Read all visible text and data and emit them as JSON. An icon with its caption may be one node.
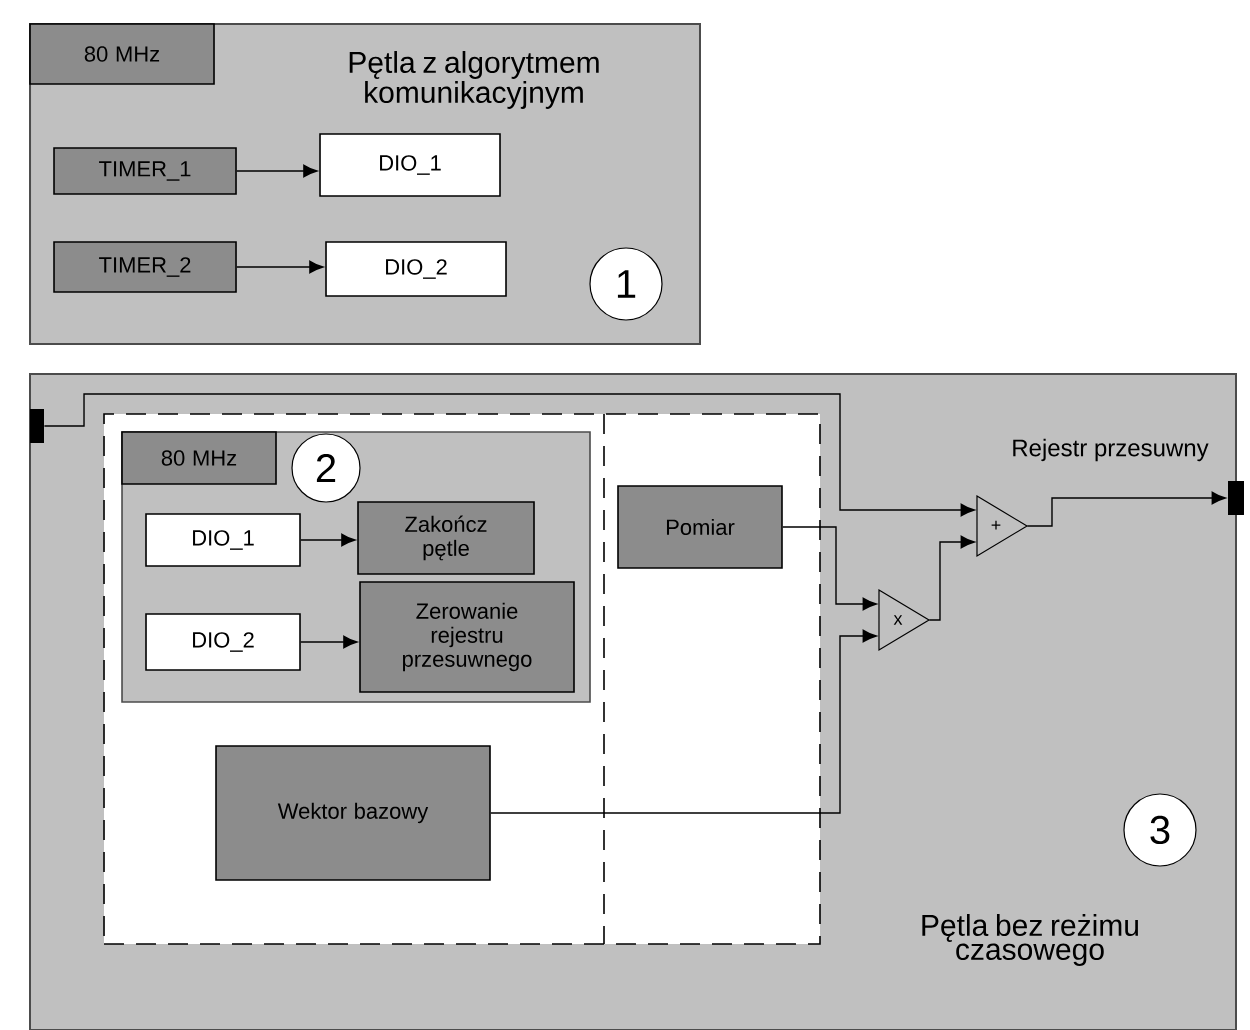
{
  "diagram": {
    "nodes": [
      {
        "text": [
          "Pętla z algorytmem komunikacyjnym"
        ]
      },
      {
        "text": [
          "80 MHz"
        ],
        "in": 0
      },
      {
        "text": [
          "TIMER_1"
        ],
        "in": 0
      },
      {
        "text": [
          "DIO_1"
        ],
        "in": 0
      },
      {
        "text": [
          "TIMER_2"
        ],
        "in": 0
      },
      {
        "text": [
          "DIO_2"
        ],
        "in": 0
      },
      {
        "text": [
          "1"
        ],
        "in": 0
      },
      {
        "text": [
          "Pętla bez reżimu czasowego"
        ]
      },
      {
        "text": [],
        "shape": "box",
        "in": 7
      },
      {
        "text": [],
        "shape": "box",
        "in": 8
      },
      {
        "text": [
          "80 MHz"
        ],
        "in": 9
      },
      {
        "text": [
          "2"
        ],
        "in": 9
      },
      {
        "text": [
          "DIO_1"
        ],
        "in": 9
      },
      {
        "text": [
          "Zakończ pętle"
        ],
        "in": 9
      },
      {
        "text": [
          "DIO_2"
        ],
        "in": 9
      },
      {
        "text": [
          "Zerowanie rejestru przesuwnego"
        ],
        "in": 9
      },
      {
        "text": [
          "Wektor bazowy"
        ],
        "in": 8
      },
      {
        "text": [
          "Pomiar"
        ],
        "in": 8
      },
      {
        "text": [
          "x"
        ],
        "in": 7
      },
      {
        "text": [
          "+"
        ],
        "in": 7
      },
      {
        "text": [],
        "shape": "bar",
        "in": 7
      },
      {
        "text": [],
        "shape": "bar",
        "in": 7
      },
      {
        "text": [
          "3"
        ],
        "in": 7
      }
    ],
    "edges": [
      {
        "from": 2,
        "to": 3,
        "arrow": "to"
      },
      {
        "from": 4,
        "to": 5,
        "arrow": "to"
      },
      {
        "from": 12,
        "to": 13,
        "arrow": "to"
      },
      {
        "from": 14,
        "to": 15,
        "arrow": "to"
      },
      {
        "from": 20,
        "to": 19,
        "arrow": "to"
      },
      {
        "from": 17,
        "to": 18,
        "arrow": "to"
      },
      {
        "from": 16,
        "to": 18,
        "arrow": "to"
      },
      {
        "from": 18,
        "to": 19,
        "arrow": "to"
      },
      {
        "from": 19,
        "to": 21,
        "arrow": "to"
      }
    ],
    "labels": [
      "Rejestr przesuwny"
    ]
  }
}
